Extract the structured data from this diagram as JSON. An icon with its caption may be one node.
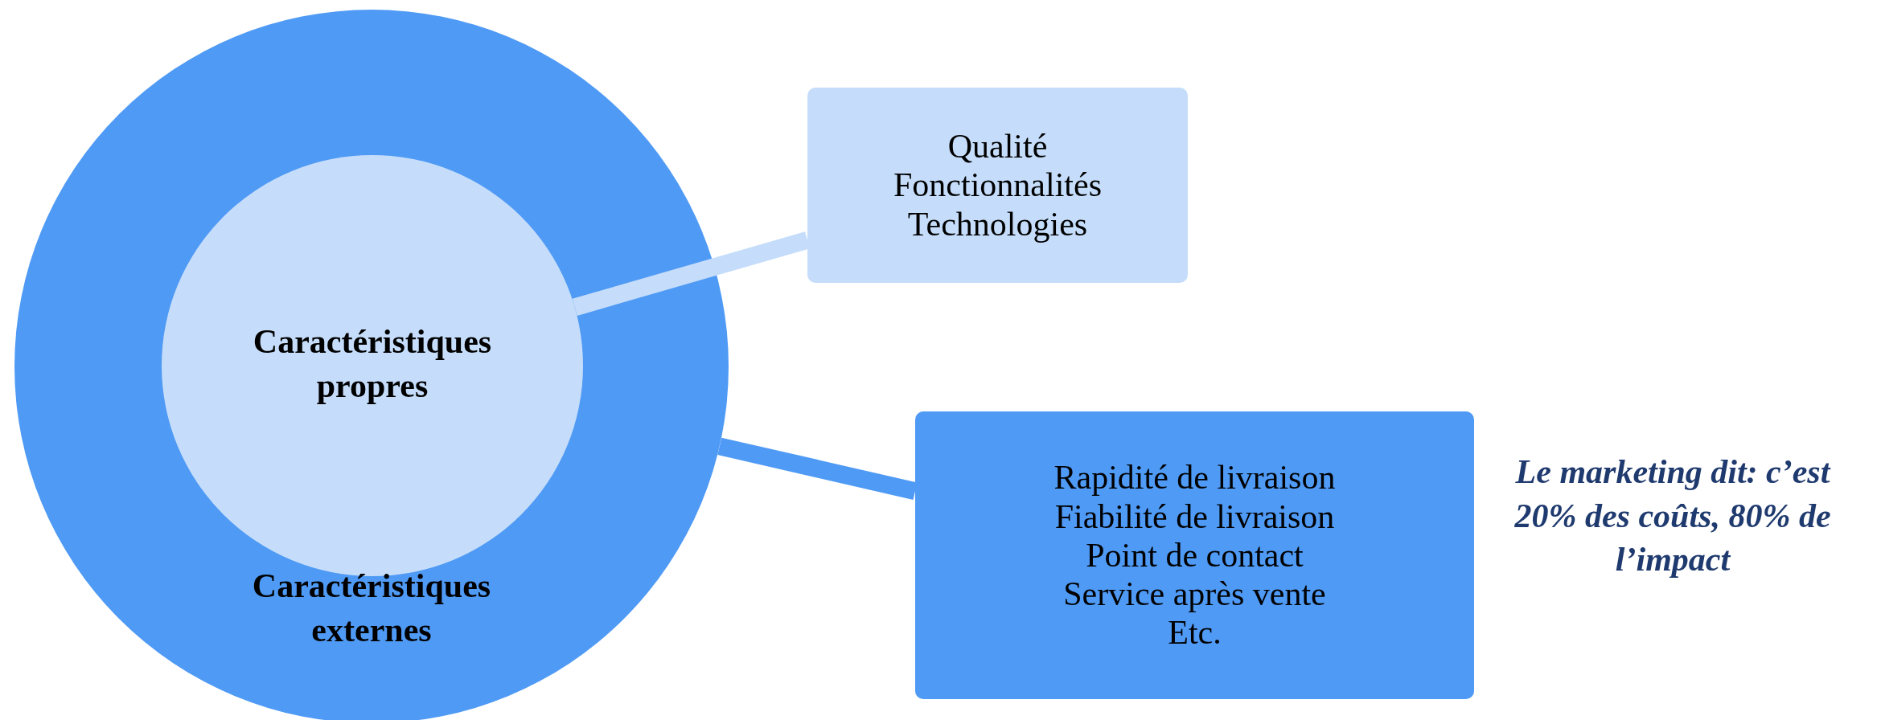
{
  "diagram": {
    "nodes": [
      {
        "text": [
          "Caractéristiques externes"
        ]
      },
      {
        "text": [
          "Caractéristiques propres"
        ],
        "in": 0
      },
      {
        "text": [
          "Qualité",
          "Fonctionnalités",
          "Technologies"
        ]
      },
      {
        "text": [
          "Rapidité de livraison",
          "Fiabilité de livraison",
          "Point de contact",
          "Service après vente",
          "Etc."
        ]
      }
    ],
    "edges": [
      {
        "from": 1,
        "to": 2,
        "arrow": "none",
        "color": "#c5ddfa"
      },
      {
        "from": 0,
        "to": 3,
        "arrow": "none",
        "color": "#4f9af5"
      }
    ],
    "labels": [
      "Le marketing dit: c’est 20% des coûts, 80% de l’impact"
    ]
  }
}
